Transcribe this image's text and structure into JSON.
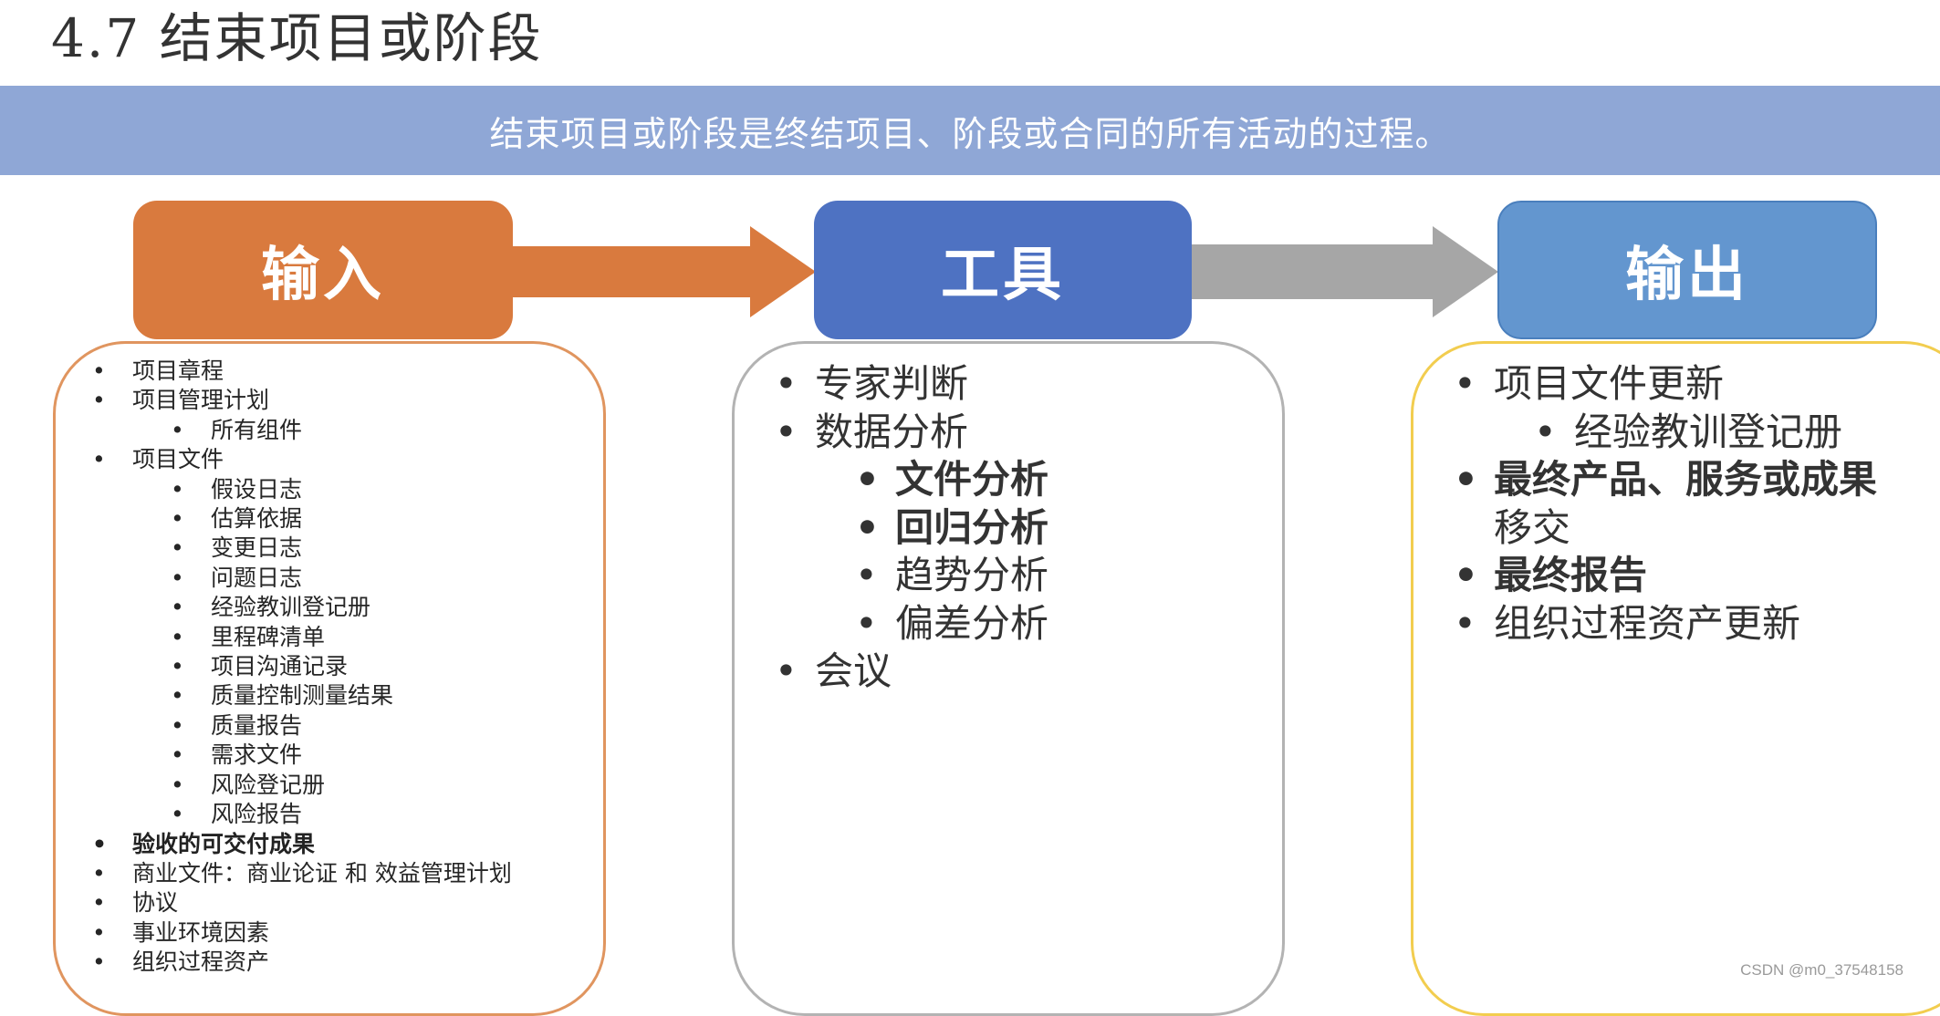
{
  "header": {
    "title": "4.7 结束项目或阶段",
    "banner": "结束项目或阶段是终结项目、阶段或合同的所有活动的过程。"
  },
  "colors": {
    "input": "#d97a3e",
    "tools": "#4e72c2",
    "output": "#6396cf",
    "arrow_gray": "#a6a6a6",
    "banner": "#8fa7d6"
  },
  "stages": {
    "input": {
      "label": "输入",
      "items": [
        {
          "text": "项目章程",
          "level": 1,
          "bold": false
        },
        {
          "text": "项目管理计划",
          "level": 1,
          "bold": false
        },
        {
          "text": "所有组件",
          "level": 2,
          "bold": false
        },
        {
          "text": "项目文件",
          "level": 1,
          "bold": false
        },
        {
          "text": "假设日志",
          "level": 2,
          "bold": false
        },
        {
          "text": "估算依据",
          "level": 2,
          "bold": false
        },
        {
          "text": "变更日志",
          "level": 2,
          "bold": false
        },
        {
          "text": "问题日志",
          "level": 2,
          "bold": false
        },
        {
          "text": "经验教训登记册",
          "level": 2,
          "bold": false
        },
        {
          "text": "里程碑清单",
          "level": 2,
          "bold": false
        },
        {
          "text": "项目沟通记录",
          "level": 2,
          "bold": false
        },
        {
          "text": "质量控制测量结果",
          "level": 2,
          "bold": false
        },
        {
          "text": "质量报告",
          "level": 2,
          "bold": false
        },
        {
          "text": "需求文件",
          "level": 2,
          "bold": false
        },
        {
          "text": "风险登记册",
          "level": 2,
          "bold": false
        },
        {
          "text": "风险报告",
          "level": 2,
          "bold": false
        },
        {
          "text": "验收的可交付成果",
          "level": 1,
          "bold": true
        },
        {
          "text": "商业文件：商业论证 和 效益管理计划",
          "level": 1,
          "bold": false
        },
        {
          "text": "协议",
          "level": 1,
          "bold": false
        },
        {
          "text": "事业环境因素",
          "level": 1,
          "bold": false
        },
        {
          "text": "组织过程资产",
          "level": 1,
          "bold": false
        }
      ]
    },
    "tools": {
      "label": "工具",
      "items": [
        {
          "text": "专家判断",
          "level": 1,
          "bold": false
        },
        {
          "text": "数据分析",
          "level": 1,
          "bold": false
        },
        {
          "text": "文件分析",
          "level": 2,
          "bold": true
        },
        {
          "text": "回归分析",
          "level": 2,
          "bold": true
        },
        {
          "text": "趋势分析",
          "level": 2,
          "bold": false
        },
        {
          "text": "偏差分析",
          "level": 2,
          "bold": false
        },
        {
          "text": "会议",
          "level": 1,
          "bold": false
        }
      ]
    },
    "output": {
      "label": "输出",
      "items": [
        {
          "text": "项目文件更新",
          "level": 1,
          "bold": false
        },
        {
          "text": "经验教训登记册",
          "level": 2,
          "bold": false
        },
        {
          "text": "最终产品、服务或成果",
          "continuation": "移交",
          "level": 1,
          "bold": true
        },
        {
          "text": "最终报告",
          "level": 1,
          "bold": true
        },
        {
          "text": "组织过程资产更新",
          "level": 1,
          "bold": false
        }
      ]
    }
  },
  "watermark": "CSDN @m0_37548158"
}
